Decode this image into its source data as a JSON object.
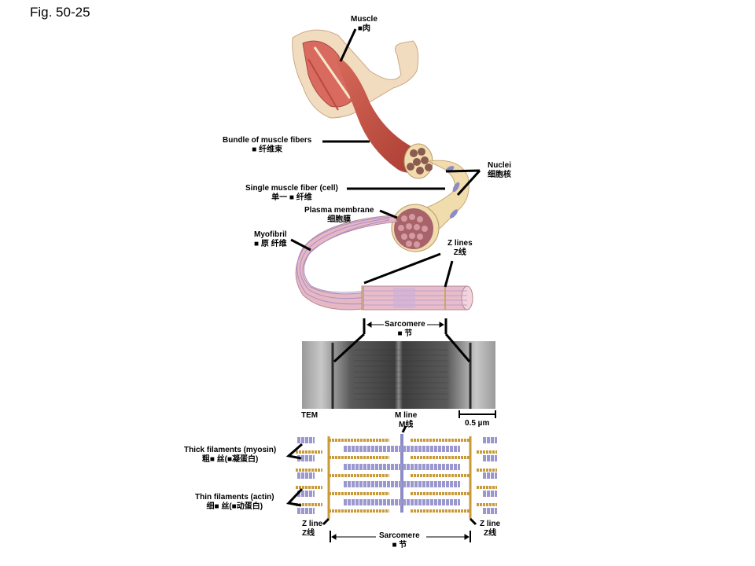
{
  "figure": {
    "title": "Fig. 50-25"
  },
  "labels": {
    "muscle": {
      "en": "Muscle",
      "zh": "■肉"
    },
    "bundle": {
      "en": "Bundle of muscle fibers",
      "zh": "■ 纤维束"
    },
    "single_fiber": {
      "en": "Single muscle fiber (cell)",
      "zh": "单一 ■ 纤维"
    },
    "plasma_membrane": {
      "en": "Plasma membrane",
      "zh": "细胞膜"
    },
    "myofibril": {
      "en": "Myofibril",
      "zh": "■ 原 纤维"
    },
    "nuclei": {
      "en": "Nuclei",
      "zh": "细胞核"
    },
    "z_lines": {
      "en": "Z lines",
      "zh": "Z线"
    },
    "sarcomere_top": {
      "en": "Sarcomere",
      "zh": "■ 节"
    },
    "tem": {
      "en": "TEM"
    },
    "m_line": {
      "en": "M line",
      "zh": "M线"
    },
    "scale_bar": {
      "en": "0.5 µm"
    },
    "thick_filaments": {
      "en": "Thick filaments (myosin)",
      "zh": "粗■ 丝(■凝蛋白)"
    },
    "thin_filaments": {
      "en": "Thin filaments (actin)",
      "zh": "细■ 丝(■动蛋白)"
    },
    "z_line_left": {
      "en": "Z line",
      "zh": "Z线"
    },
    "z_line_right": {
      "en": "Z line",
      "zh": "Z线"
    },
    "sarcomere_bottom": {
      "en": "Sarcomere",
      "zh": "■ 节"
    }
  },
  "colors": {
    "muscle_red": "#b8443a",
    "skin": "#f2d9b8",
    "fiber_tan": "#f1dcae",
    "myofibril_pink": "#d9a9b8",
    "myosin_purple": "#9b97cf",
    "actin_gold": "#c99a3b",
    "tem_gray": "#707070"
  }
}
